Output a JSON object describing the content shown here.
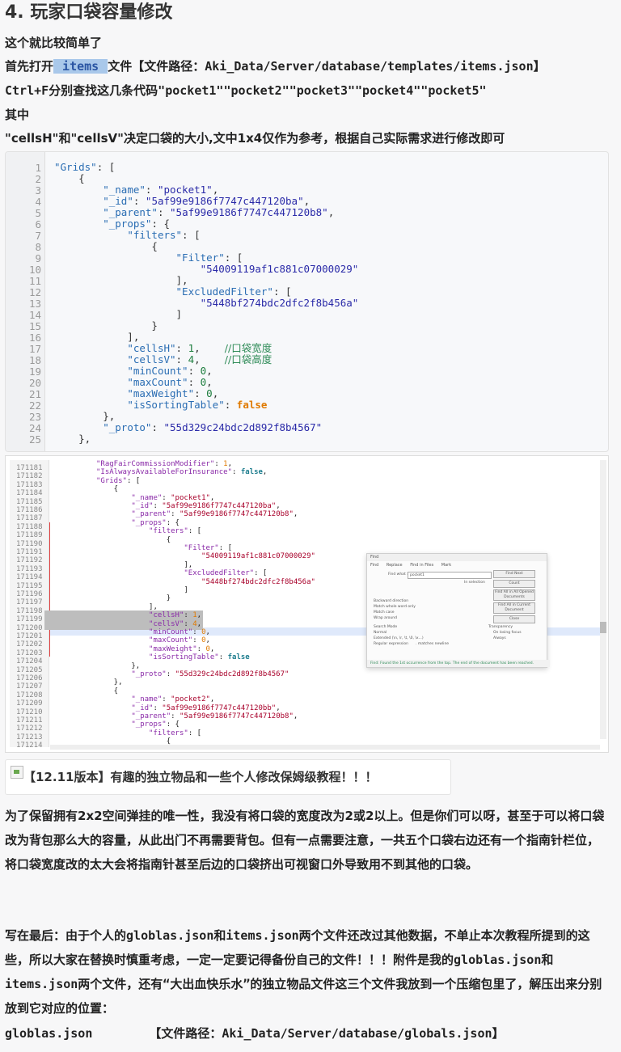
{
  "heading": "4. 玩家口袋容量修改",
  "intro_simple": "这个就比较简单了",
  "open_prefix": "首先打开",
  "open_highlight": " items ",
  "open_suffix": "文件【文件路径：Aki_Data/Server/database/templates/items.json】",
  "ctrlf": "Ctrl+F分别查找这几条代码\"pocket1\"\"pocket2\"\"pocket3\"\"pocket4\"\"pocket5\"",
  "qizhong": "其中",
  "cells_note": "\"cellsH\"和\"cellsV\"决定口袋的大小,文中1x4仅作为参考，根据自己实际需求进行修改即可",
  "code": {
    "line_numbers": [
      "1",
      "2",
      "3",
      "4",
      "5",
      "6",
      "7",
      "8",
      "9",
      "10",
      "11",
      "12",
      "13",
      "14",
      "15",
      "16",
      "17",
      "18",
      "19",
      "20",
      "21",
      "22",
      "23",
      "24",
      "25"
    ],
    "grids_key": "\"Grids\"",
    "name_key": "\"_name\"",
    "name_val": "\"pocket1\"",
    "id_key": "\"_id\"",
    "id_val": "\"5af99e9186f7747c447120ba\"",
    "parent_key": "\"_parent\"",
    "parent_val": "\"5af99e9186f7747c447120b8\"",
    "props_key": "\"_props\"",
    "filters_key": "\"filters\"",
    "filter_key": "\"Filter\"",
    "filter_val": "\"54009119af1c881c07000029\"",
    "excluded_key": "\"ExcludedFilter\"",
    "excluded_val": "\"5448bf274bdc2dfc2f8b456a\"",
    "cellsH_key": "\"cellsH\"",
    "cellsH_val": "1",
    "cellsH_comment": "//口袋宽度",
    "cellsV_key": "\"cellsV\"",
    "cellsV_val": "4",
    "cellsV_comment": "//口袋高度",
    "minCount_key": "\"minCount\"",
    "minCount_val": "0",
    "maxCount_key": "\"maxCount\"",
    "maxCount_val": "0",
    "maxWeight_key": "\"maxWeight\"",
    "maxWeight_val": "0",
    "sorting_key": "\"isSortingTable\"",
    "sorting_val": "false",
    "proto_key": "\"_proto\"",
    "proto_val": "\"55d329c24bdc2d892f8b4567\""
  },
  "shot": {
    "line_numbers": [
      "171181",
      "171182",
      "171183",
      "171184",
      "171185",
      "171186",
      "171187",
      "171188",
      "171189",
      "171190",
      "171191",
      "171192",
      "171193",
      "171194",
      "171195",
      "171196",
      "171197",
      "171198",
      "171199",
      "171200",
      "171201",
      "171202",
      "171203",
      "171204",
      "171205",
      "171206",
      "171207",
      "171208",
      "171209",
      "171210",
      "171211",
      "171212",
      "171213",
      "171214"
    ],
    "lines": [
      "\"RagFairCommissionModifier\": 1,",
      "\"IsAlwaysAvailableForInsurance\": false,",
      "\"Grids\": [",
      "    {",
      "        \"_name\": \"pocket1\",",
      "        \"_id\": \"5af99e9186f7747c447120ba\",",
      "        \"_parent\": \"5af99e9186f7747c447120b8\",",
      "        \"_props\": {",
      "            \"filters\": [",
      "                {",
      "                    \"Filter\": [",
      "                        \"54009119af1c881c07000029\"",
      "                    ],",
      "                    \"ExcludedFilter\": [",
      "                        \"5448bf274bdc2dfc2f8b456a\"",
      "                    ]",
      "                }",
      "            ],",
      "            \"cellsH\": 1,",
      "            \"cellsV\": 4,",
      "            \"minCount\": 0,",
      "            \"maxCount\": 0,",
      "            \"maxWeight\": 0,",
      "            \"isSortingTable\": false",
      "        },",
      "        \"_proto\": \"55d329c24bdc2d892f8b4567\"",
      "    },",
      "    {",
      "        \"_name\": \"pocket2\",",
      "        \"_id\": \"5af99e9186f7747c447120bb\",",
      "        \"_parent\": \"5af99e9186f7747c447120b8\",",
      "        \"_props\": {",
      "            \"filters\": [",
      "                {"
    ],
    "dialog": {
      "title": "Find",
      "tabs": [
        "Find",
        "Replace",
        "Find in Files",
        "Mark"
      ],
      "find_label": "Find what :",
      "find_value": "pocket1",
      "in_selection": "In selection",
      "buttons": [
        "Find Next",
        "Count",
        "Find All in All Opened Documents",
        "Find All in Current Document",
        "Close"
      ],
      "options": [
        "Backward direction",
        "Match whole word only",
        "Match case",
        "Wrap around"
      ],
      "search_mode": "Search Mode",
      "modes": [
        "Normal",
        "Extended (\\n, \\r, \\t, \\0, \\x...)",
        "Regular expression"
      ],
      "matches_newline": ". matches newline",
      "transparency": "Transparency",
      "trans_opts": [
        "On losing focus",
        "Always"
      ],
      "status": "Find: Found the 1st occurrence from the top. The end of the document has been reached."
    }
  },
  "link_card": "【12.11版本】有趣的独立物品和一些个人修改保姆级教程！！！",
  "para1": "为了保留拥有2x2空间弹挂的唯一性，我没有将口袋的宽度改为2或2以上。但是你们可以呀，甚至于可以将口袋改为背包那么大的容量，从此出门不再需要背包。但有一点需要注意，一共五个口袋右边还有一个指南针栏位，将口袋宽度改的太大会将指南针甚至后边的口袋挤出可视窗口外导致用不到其他的口袋。",
  "para2": "写在最后：由于个人的globlas.json和items.json两个文件还改过其他数据，不单止本次教程所提到的这些，所以大家在替换时慎重考虑，一定一定要记得备份自己的文件！！！附件是我的globlas.json和items.json两个文件，还有“大出血快乐水”的独立物品文件这三个文件我放到一个压缩包里了，解压出来分别放到它对应的位置：",
  "last_file": "globlas.json",
  "last_path": "【文件路径：Aki_Data/Server/database/globals.json】"
}
